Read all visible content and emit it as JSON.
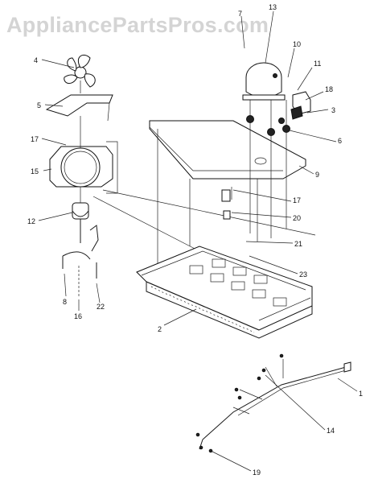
{
  "watermark": "AppliancePartsPros.com",
  "callouts": {
    "c1": "1",
    "c2": "2",
    "c3": "3",
    "c4": "4",
    "c5": "5",
    "c6": "6",
    "c7": "7",
    "c8": "8",
    "c9": "9",
    "c10": "10",
    "c11": "11",
    "c12": "12",
    "c13": "13",
    "c14": "14",
    "c15": "15",
    "c16": "16",
    "c17a": "17",
    "c17b": "17",
    "c18": "18",
    "c19": "19",
    "c20": "20",
    "c21": "21",
    "c22": "22",
    "c23": "23"
  }
}
